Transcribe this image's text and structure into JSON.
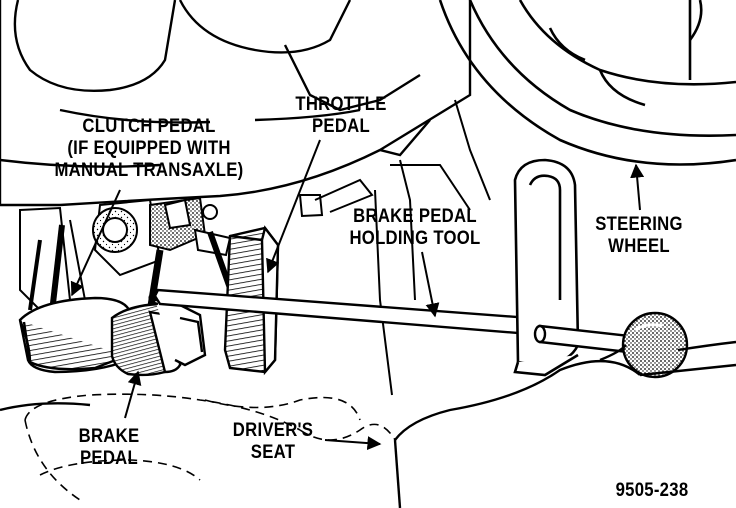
{
  "labels": {
    "clutch_pedal": [
      "CLUTCH PEDAL",
      "(IF EQUIPPED WITH",
      "MANUAL TRANSAXLE)"
    ],
    "throttle_pedal": [
      "THROTTLE",
      "PEDAL"
    ],
    "brake_pedal_holding_tool": [
      "BRAKE PEDAL",
      "HOLDING TOOL"
    ],
    "steering_wheel": [
      "STEERING",
      "WHEEL"
    ],
    "brake_pedal": [
      "BRAKE",
      "PEDAL"
    ],
    "drivers_seat": [
      "DRIVER'S",
      "SEAT"
    ]
  },
  "figure_number": "9505-238",
  "colors": {
    "ink": "#000000",
    "paper": "#ffffff",
    "shade": "#555555"
  }
}
